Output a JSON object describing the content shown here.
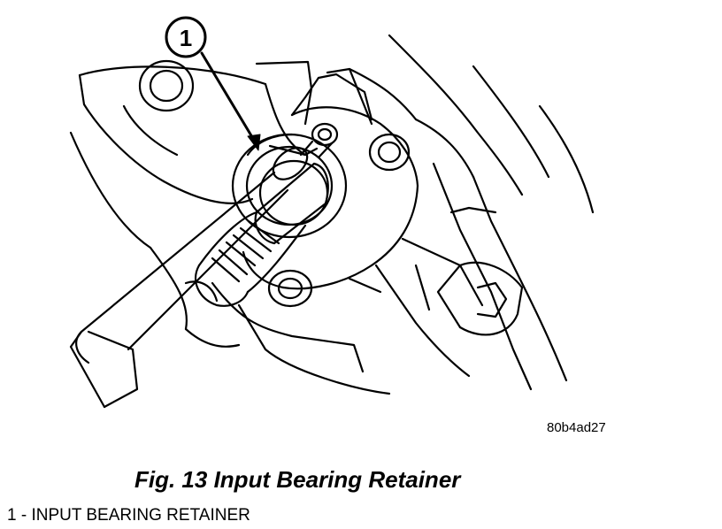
{
  "figure": {
    "callout_number": "1",
    "image_code": "80b4ad27",
    "caption": "Fig. 13 Input Bearing Retainer"
  },
  "legend": {
    "items": [
      {
        "text": "1 - INPUT BEARING RETAINER"
      }
    ]
  },
  "colors": {
    "line": "#000000",
    "background": "#ffffff"
  }
}
